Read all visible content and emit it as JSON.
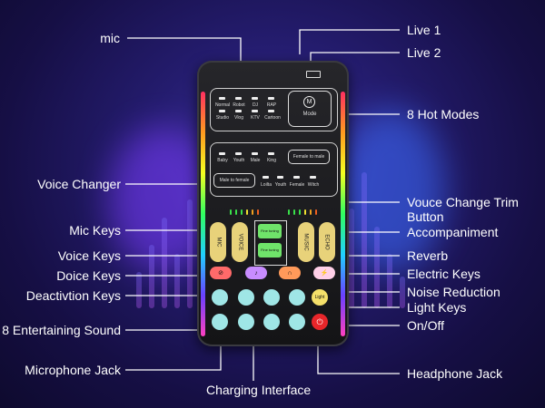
{
  "labels": {
    "mic": "mic",
    "live1": "Live 1",
    "live2": "Live 2",
    "hot_modes": "8 Hot Modes",
    "voice_changer": "Voice Changer",
    "trim_button": "Vouce Change Trim Button",
    "mic_keys": "Mic Keys",
    "accompaniment": "Accompaniment",
    "voice_keys": "Voice Keys",
    "reverb": "Reverb",
    "doice_keys": "Doice Keys",
    "electric_keys": "Electric Keys",
    "deactivation_keys": "Deactivtion Keys",
    "noise_reduction": "Noise Reduction",
    "light_keys": "Light Keys",
    "entertaining_sound": "8 Entertaining Sound",
    "on_off": "On/Off",
    "microphone_jack": "Microphone Jack",
    "headphone_jack": "Headphone Jack",
    "charging_interface": "Charging Interface"
  },
  "device": {
    "modes_top": [
      "Normal",
      "Robot",
      "DJ",
      "RAP"
    ],
    "modes_bottom": [
      "Studio",
      "Vlog",
      "KTV",
      "Cartoon"
    ],
    "mode_button": "Mode",
    "voices_top": [
      "Baby",
      "Youth",
      "Male",
      "King"
    ],
    "voices_bottom": [
      "Loilta",
      "Youth",
      "Female",
      "Witch"
    ],
    "female_to_male": "Female to male",
    "male_to_female": "Male to female",
    "mic_pill": "MIC",
    "voice_pill": "VOICE",
    "music_pill": "MUSIC",
    "echo_pill": "ECHO",
    "fine_tuning_1": "Fine tuning",
    "fine_tuning_2": "Fine tuning",
    "light_key": "Light",
    "row1_sounds": [
      "",
      "",
      "",
      ""
    ],
    "row2_sounds": [
      "",
      "",
      "",
      ""
    ]
  },
  "colors": {
    "accent": "#e8d27a",
    "on_off": "#e8262a",
    "sound_keys": "#9fe6e6"
  }
}
